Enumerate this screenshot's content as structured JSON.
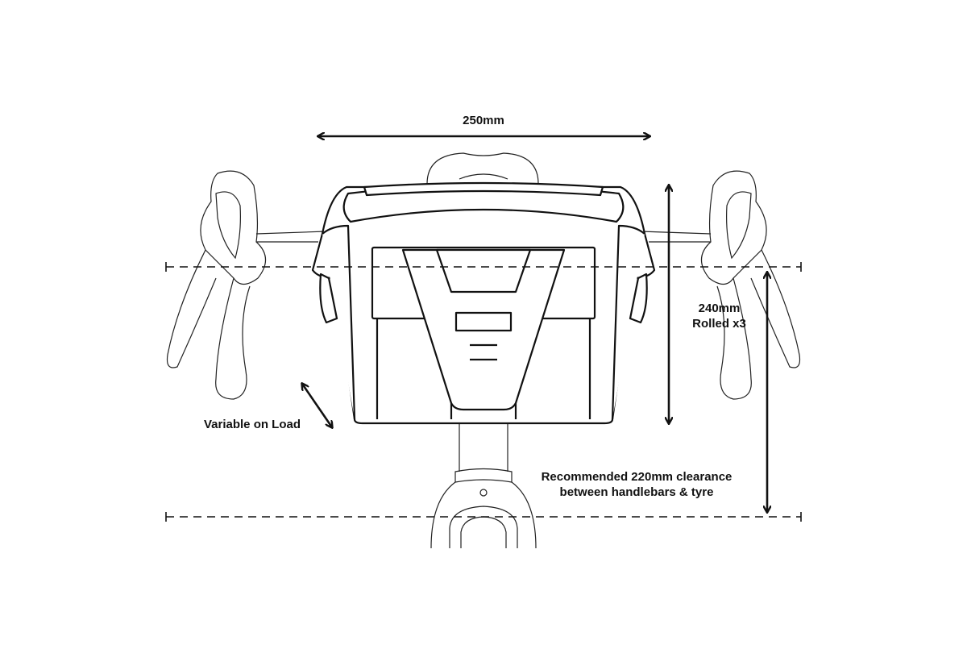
{
  "labels": {
    "width": "250mm",
    "height_line1": "240mm",
    "height_line2": "Rolled x3",
    "variable": "Variable on Load",
    "clearance_line1": "Recommended 220mm clearance",
    "clearance_line2": "between handlebars & tyre"
  },
  "colors": {
    "line": "#111111",
    "background": "#ffffff"
  }
}
